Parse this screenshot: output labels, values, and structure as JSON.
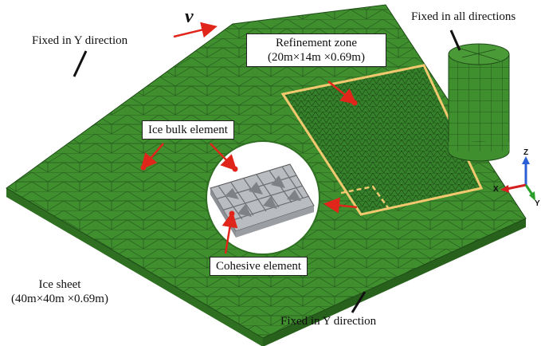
{
  "labels": {
    "fixed_y_top": "Fixed in Y direction",
    "fixed_y_bottom": "Fixed in Y direction",
    "fixed_all": "Fixed in all directions",
    "refinement_zone_title": "Refinement zone",
    "refinement_zone_dims": "(20m×14m ×0.69m)",
    "ice_bulk_element": "Ice bulk element",
    "cohesive_element": "Cohesive element",
    "ice_sheet_title": "Ice sheet",
    "ice_sheet_dims": "(40m×40m ×0.69m)",
    "velocity_symbol": "v"
  },
  "axes": {
    "z": "Z",
    "x": "X",
    "y": "Y"
  },
  "colors": {
    "mesh_green": "#3f8f2e",
    "mesh_side": "#2f6f22",
    "mesh_lines": "#1f4a18",
    "zone_outline": "#f3c970",
    "arrow_red": "#e0261b",
    "axis_z": "#2a5fd6",
    "axis_x": "#d42020",
    "axis_y": "#2aa02a"
  }
}
